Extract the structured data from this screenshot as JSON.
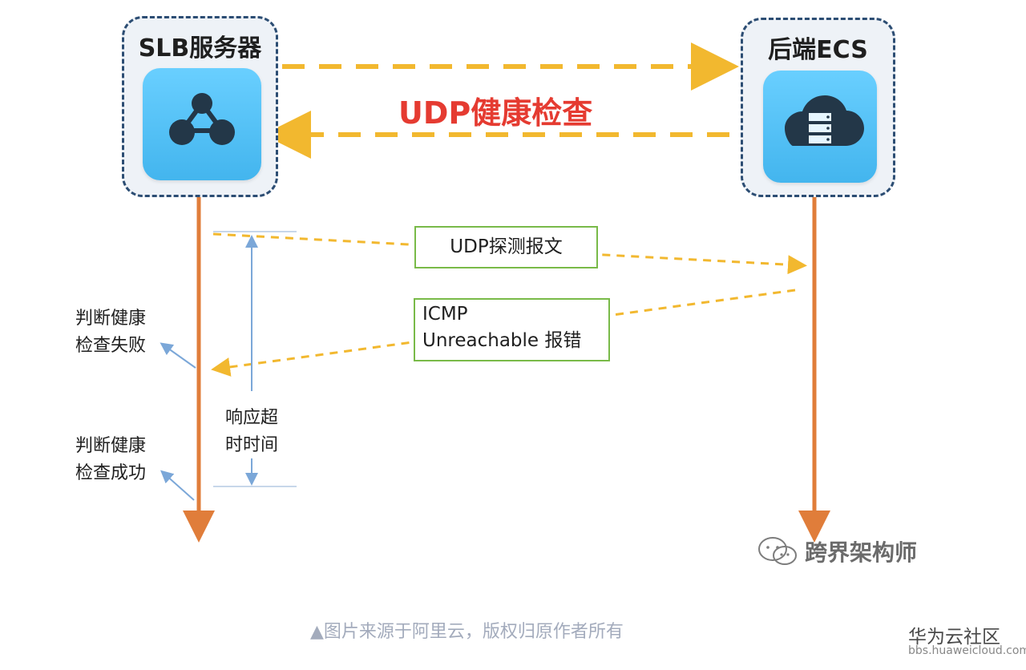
{
  "nodes": {
    "slb": {
      "title": "SLB服务器",
      "icon": "network-nodes-icon"
    },
    "ecs": {
      "title": "后端ECS",
      "icon": "cloud-server-icon"
    }
  },
  "health_check_label": "UDP健康检查",
  "messages": {
    "probe": "UDP探测报文",
    "icmp_line1": "ICMP",
    "icmp_line2": "Unreachable 报错"
  },
  "annotations": {
    "fail": "判断健康\n检查失败",
    "success": "判断健康\n检查成功",
    "timeout": "响应超\n时时间"
  },
  "caption": "▲图片来源于阿里云，版权归原作者所有",
  "watermark": "跨界架构师",
  "brand": {
    "name": "华为云社区",
    "url": "bbs.huaweicloud.com"
  },
  "colors": {
    "dashed_arrow": "#f2b82f",
    "lifeline": "#e07d3a",
    "node_border": "#2c4d73",
    "tile": "#48b9f0",
    "health_check_text": "#e53b31",
    "message_border": "#79ba48",
    "timeout_marker": "#7ba7d8"
  }
}
